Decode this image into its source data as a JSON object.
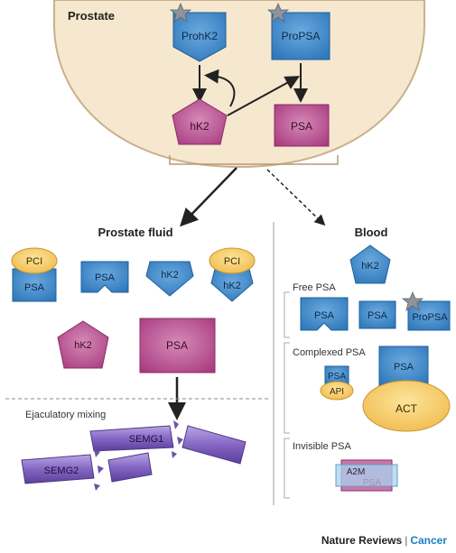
{
  "colors": {
    "cell_fill": "#f6e7cf",
    "cell_border": "#c9b08c",
    "blue": "#3d86c6",
    "blue_dark": "#1f5f99",
    "magenta": "#b8498c",
    "magenta_dark": "#8a2c66",
    "yellow": "#f3c45a",
    "yellow_dark": "#c9962c",
    "purple": "#8b6cc7",
    "purple_dark": "#4e3a87",
    "star": "#8e9499"
  },
  "prostate": {
    "title": "Prostate",
    "prohk2": "ProhK2",
    "propsa": "ProPSA",
    "hk2": "hK2",
    "psa": "PSA"
  },
  "fluid": {
    "title": "Prostate fluid",
    "pci_psa": {
      "pci": "PCI",
      "psa": "PSA"
    },
    "psa": "PSA",
    "hk2": "hK2",
    "pci_hk2": {
      "pci": "PCI",
      "hk2": "hK2"
    },
    "hk2_magenta": "hK2",
    "psa_magenta": "PSA",
    "ejaculatory": "Ejaculatory mixing",
    "semg1": "SEMG1",
    "semg2": "SEMG2"
  },
  "blood": {
    "title": "Blood",
    "hk2": "hK2",
    "free_title": "Free PSA",
    "free_psa1": "PSA",
    "free_psa2": "PSA",
    "free_propsa": "ProPSA",
    "complexed_title": "Complexed PSA",
    "psa_api": "PSA",
    "api": "API",
    "psa_act": "PSA",
    "act": "ACT",
    "invisible_title": "Invisible PSA",
    "a2m": "A2M",
    "invisible_psa": "PSA"
  },
  "credit": {
    "journal": "Nature Reviews",
    "separator": "|",
    "section": "Cancer"
  }
}
